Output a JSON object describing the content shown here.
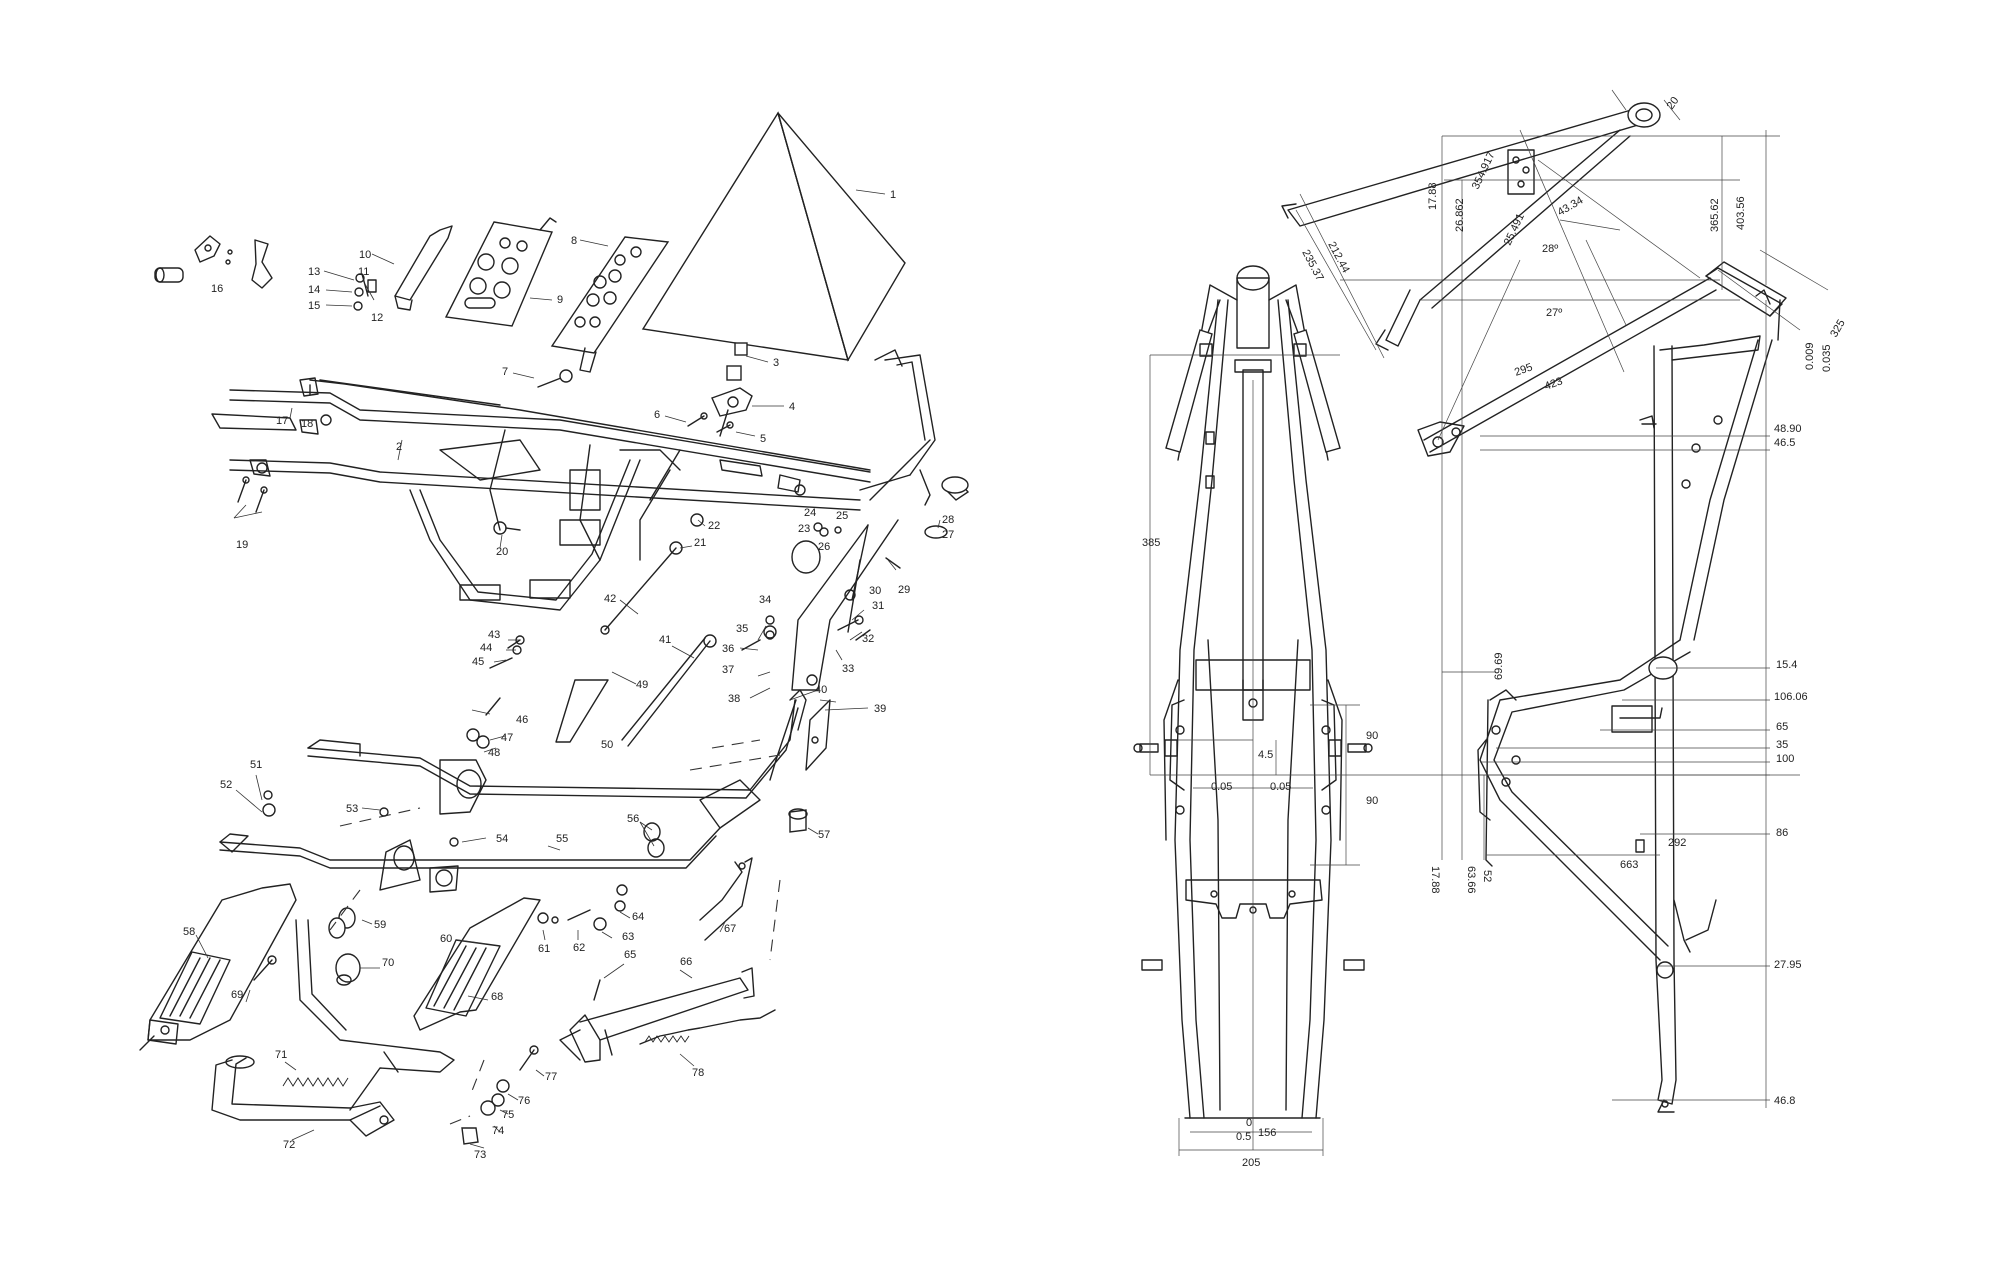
{
  "exploded_view": {
    "part_numbers": [
      "1",
      "2",
      "3",
      "4",
      "5",
      "6",
      "7",
      "8",
      "9",
      "10",
      "11",
      "12",
      "13",
      "14",
      "15",
      "16",
      "17",
      "18",
      "19",
      "20",
      "21",
      "22",
      "23",
      "24",
      "25",
      "26",
      "27",
      "28",
      "29",
      "30",
      "31",
      "32",
      "33",
      "34",
      "35",
      "36",
      "37",
      "38",
      "39",
      "40",
      "41",
      "42",
      "43",
      "44",
      "45",
      "46",
      "47",
      "48",
      "49",
      "50",
      "51",
      "52",
      "53",
      "54",
      "55",
      "56",
      "57",
      "58",
      "59",
      "60",
      "61",
      "62",
      "63",
      "64",
      "65",
      "66",
      "67",
      "68",
      "69",
      "70",
      "71",
      "72",
      "73",
      "74",
      "75",
      "76",
      "77",
      "78"
    ]
  },
  "dimension_drawing": {
    "front_view_dims": [
      "385",
      "90",
      "90",
      "4.5",
      "0.05",
      "0.05",
      "0",
      "0.5",
      "156",
      "205"
    ],
    "side_view_dims": [
      "20",
      "354.917",
      "26.862",
      "25.491",
      "17.88",
      "212.44",
      "235.37",
      "43.34",
      "365.62",
      "403.56",
      "325",
      "0.009",
      "0.035",
      "28º",
      "27º",
      "295",
      "423",
      "48.90",
      "46.5",
      "69.69",
      "15.4",
      "106.06",
      "65",
      "35",
      "100",
      "86",
      "292",
      "663",
      "52",
      "63.66",
      "17.88",
      "27.95",
      "46.8"
    ]
  }
}
